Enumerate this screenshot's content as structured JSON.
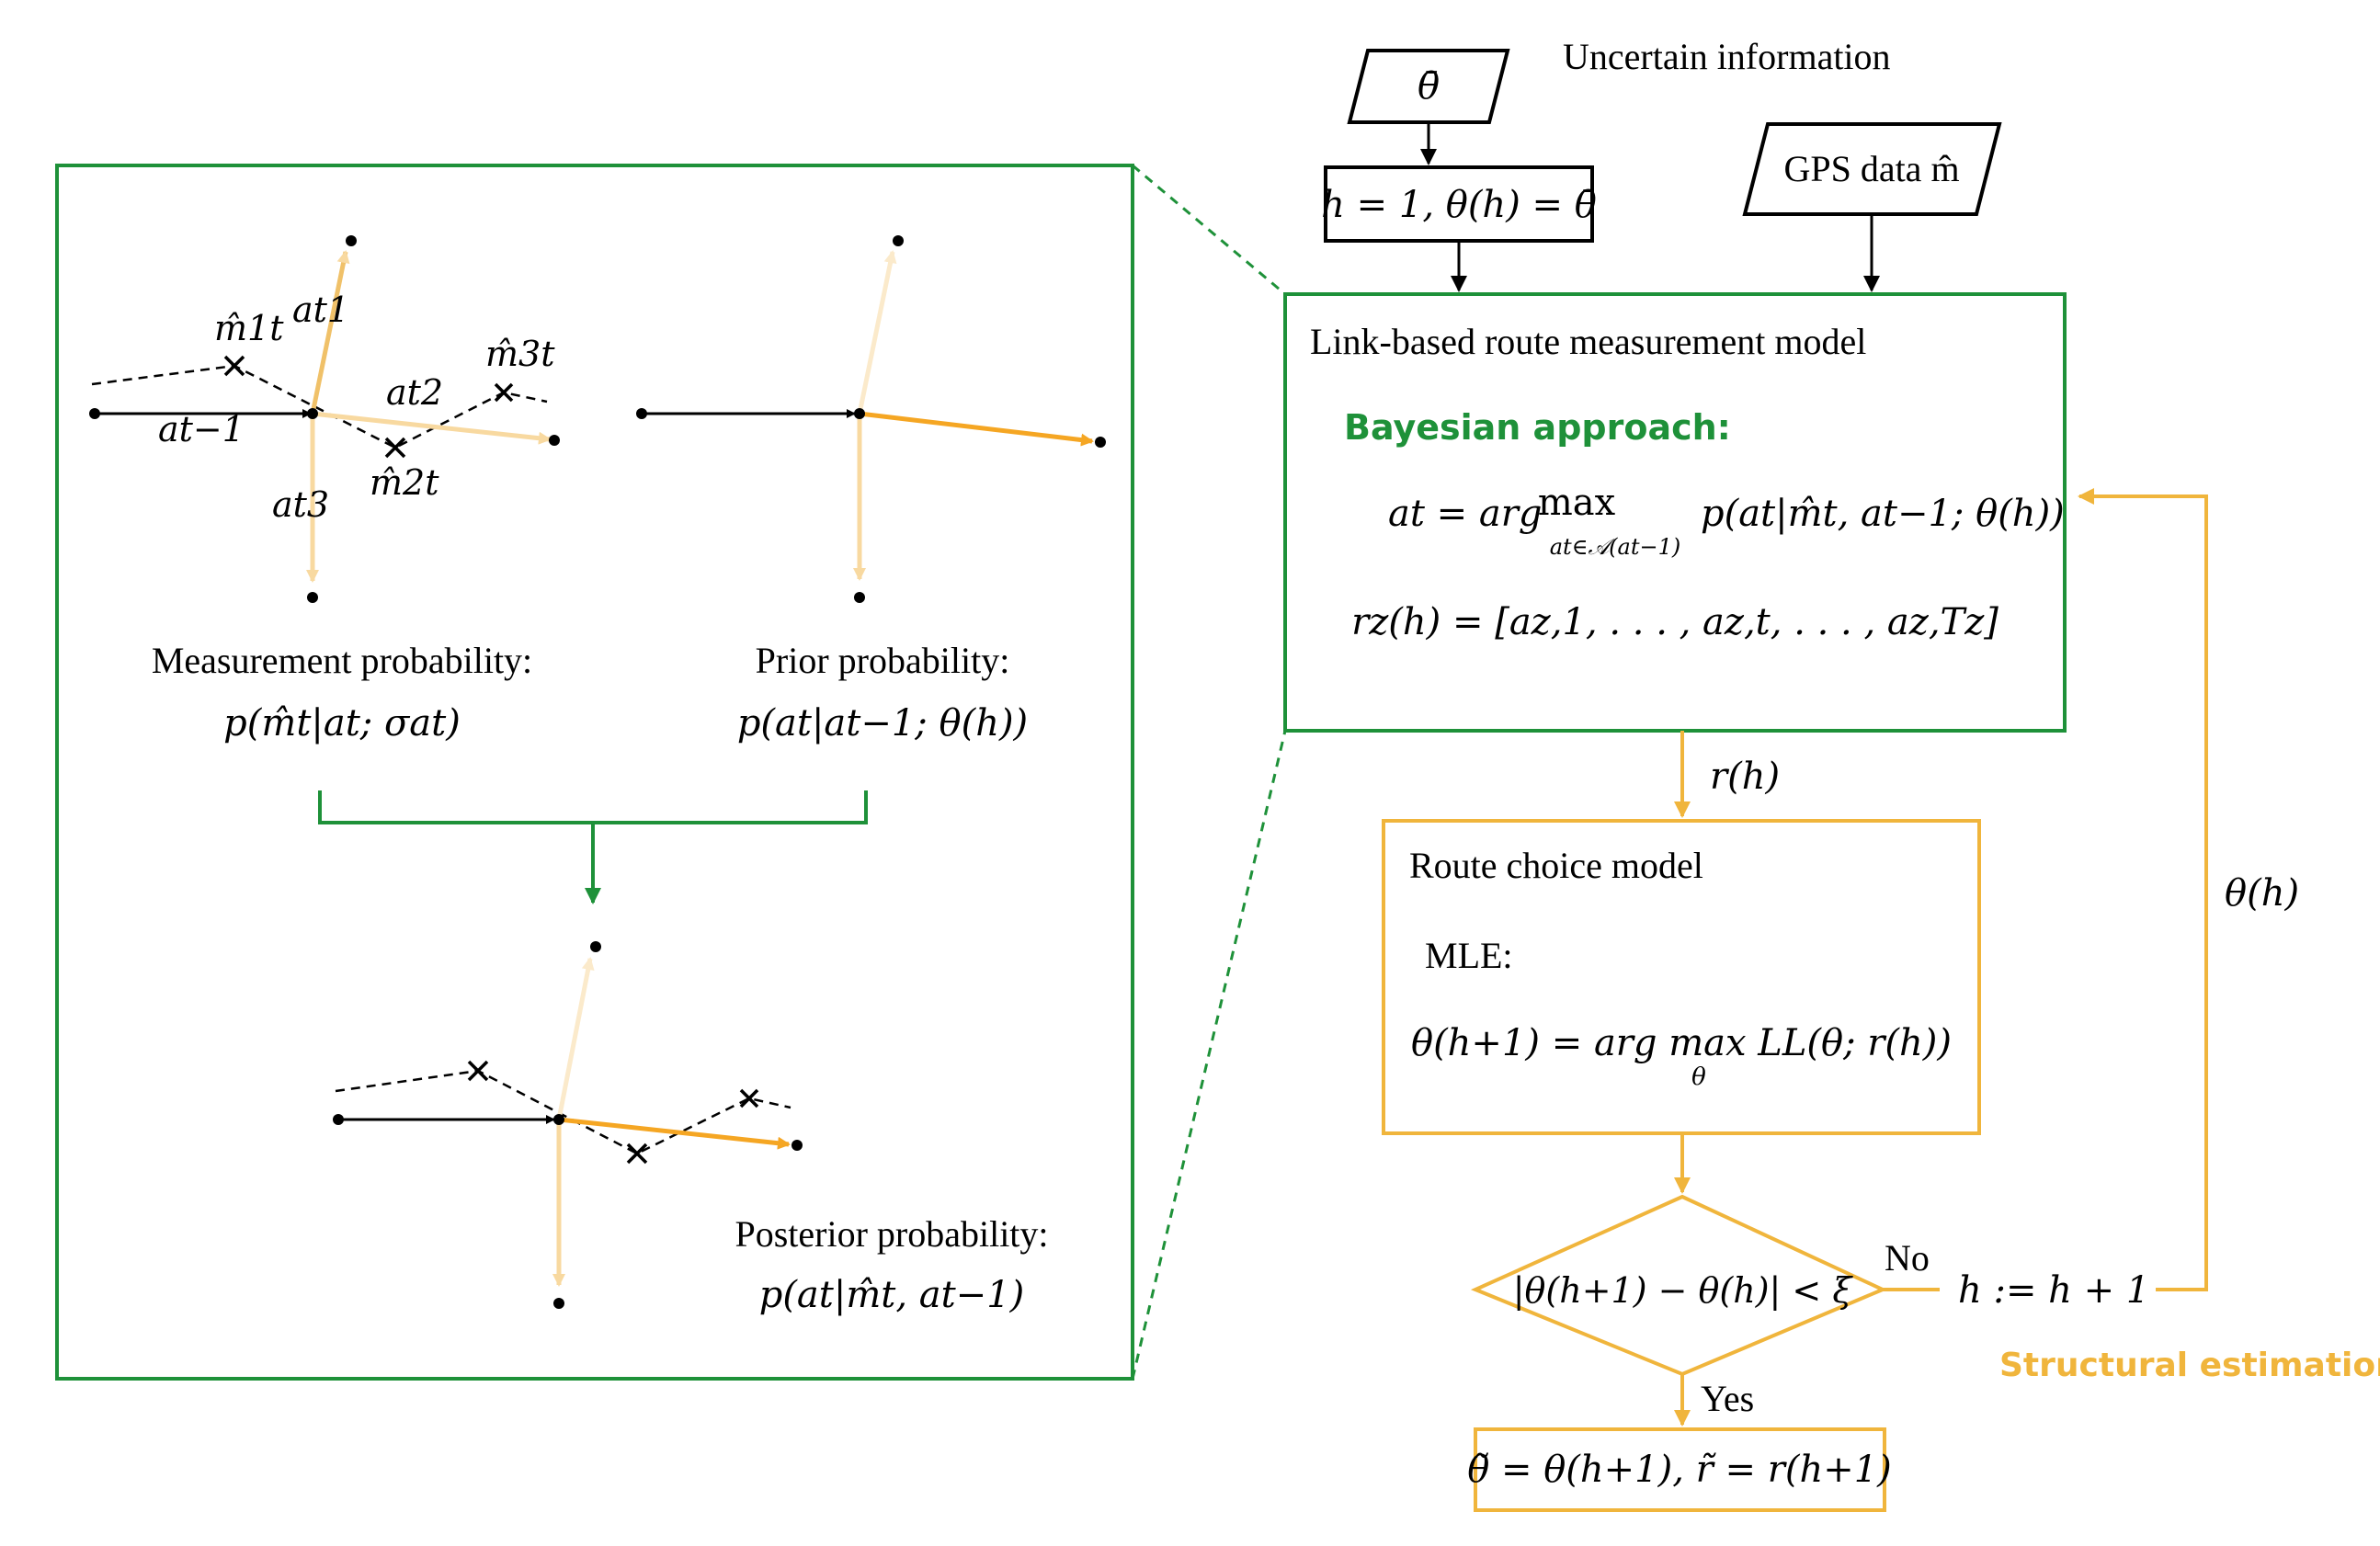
{
  "colors": {
    "green": "#1e9139",
    "orange": "#f0b53c",
    "orange_dark": "#f5a623",
    "orange_light": "#f8d9a0",
    "orange_pale": "#fbeacb",
    "black": "#000000"
  },
  "top": {
    "uncertain_info": "Uncertain information",
    "theta_bar": "θ̄",
    "init_box": "h = 1, θ(h) = θ̄",
    "gps_box": "GPS data m̂"
  },
  "measurement_model": {
    "title": "Link-based route measurement model",
    "approach": "Bayesian approach:",
    "eq1_left": "at = arg",
    "eq1_max": "max",
    "eq1_sub": "at∈𝒜(at−1)",
    "eq1_right": "p(at|m̂t, at−1; θ(h))",
    "eq2": "rz(h) = [az,1, . . . , az,t, . . . , az,Tz]"
  },
  "route_choice": {
    "title": "Route choice model",
    "method": "MLE:",
    "eq": "θ(h+1) = arg max LL(θ; r(h))",
    "eq_sub": "θ"
  },
  "flow": {
    "r_label": "r(h)",
    "theta_label": "θ(h)",
    "diamond": "|θ(h+1) − θ(h)| < ξ",
    "no": "No",
    "yes": "Yes",
    "increment": "h := h + 1",
    "result": "θ̃ = θ(h+1), r̃ = r(h+1)",
    "structural": "Structural estimation"
  },
  "detail": {
    "measurement_prob": "Measurement probability:",
    "measurement_eq": "p(m̂t|at; σat)",
    "prior_prob": "Prior probability:",
    "prior_eq": "p(at|at−1; θ(h))",
    "posterior_prob": "Posterior probability:",
    "posterior_eq": "p(at|m̂t, at−1)",
    "labels": {
      "a_prev": "at−1",
      "a1": "at1",
      "a2": "at2",
      "a3": "at3",
      "m1": "m̂1t",
      "m2": "m̂2t",
      "m3": "m̂3t"
    }
  }
}
